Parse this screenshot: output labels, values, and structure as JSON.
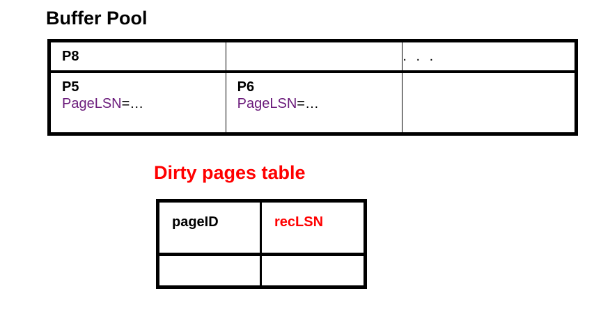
{
  "buffer_pool": {
    "title": "Buffer Pool",
    "row1": {
      "cell1": "P8",
      "cell2": "",
      "cell3": ". . ."
    },
    "row2": {
      "cell1": {
        "page": "P5",
        "lsn_label": "PageLSN",
        "lsn_value": "=…"
      },
      "cell2": {
        "page": "P6",
        "lsn_label": "PageLSN",
        "lsn_value": "=…"
      },
      "cell3": ""
    }
  },
  "dirty_pages_table": {
    "title": "Dirty pages table",
    "headers": [
      "pageID",
      "recLSN"
    ],
    "rows": [
      [
        "",
        ""
      ]
    ]
  },
  "colors": {
    "page_lsn": "#6a1a7a",
    "accent_red": "#ff0000",
    "border": "#000000"
  }
}
